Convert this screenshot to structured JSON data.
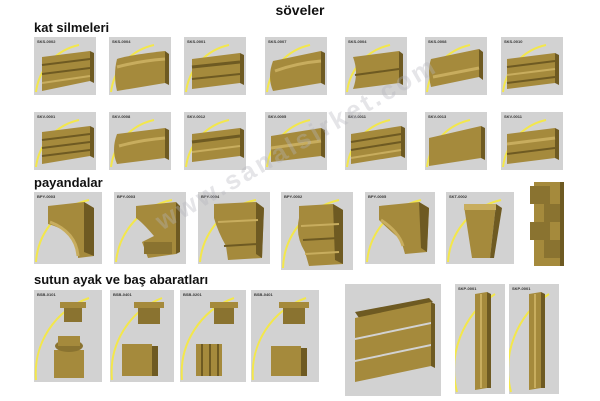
{
  "page": {
    "title": "söveler",
    "watermark": "www.sanalsirket.com"
  },
  "sections": {
    "kat": {
      "label": "kat silmeleri",
      "row1": [
        "SKS-0002",
        "SKS-0004",
        "SKS-0001",
        "SKS-0007",
        "SKS-0004",
        "SKS-0008",
        "SKS-0010"
      ],
      "row2": [
        "SKV-0001",
        "SKV-0008",
        "SKV-0012",
        "SKV-0005",
        "SKV-0011",
        "SKV-0013",
        "SKV-0011"
      ]
    },
    "payandalar": {
      "label": "payandalar",
      "items": [
        "BPY-0003",
        "BPY-0003",
        "BPY-0004",
        "BPY-0002",
        "BPY-0005",
        "SKT-0002"
      ]
    },
    "sutun": {
      "label": "sutun  ayak ve baş abaratları",
      "items": [
        "BSB-0101",
        "BSB-0401",
        "BSB-0201",
        "BSB-0401"
      ],
      "profiles": [
        "SKP-0001",
        "SKP-0001"
      ]
    }
  },
  "colors": {
    "gold": "#a58a3c",
    "gold_dark": "#6e5a22",
    "gold_light": "#c8ad5e",
    "arc": "#f3e74b",
    "tile_bg": "#d2d2d2"
  }
}
